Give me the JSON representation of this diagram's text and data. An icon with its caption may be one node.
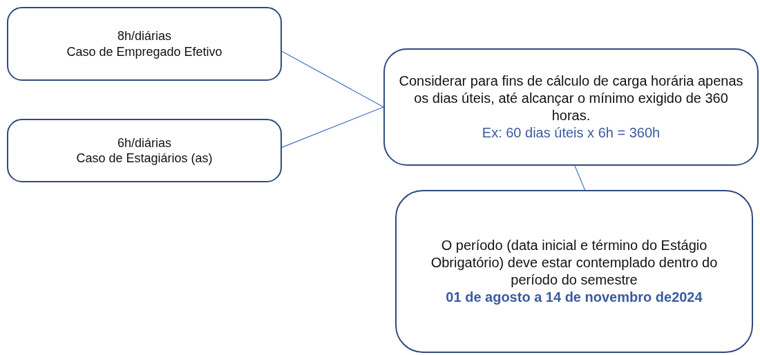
{
  "diagram": {
    "nodes": [
      {
        "text": [
          "8h/diárias",
          "Caso de Empregado Efetivo"
        ]
      },
      {
        "text": [
          "6h/diárias",
          "Caso de Estagiários (as)"
        ]
      },
      {
        "text": [
          "Considerar para fins de cálculo de carga horária apenas os dias úteis, até alcançar o mínimo exigido de 360 horas.",
          "Ex: 60 dias úteis x 6h = 360h"
        ]
      },
      {
        "text": [
          "O período (data inicial e término do Estágio Obrigatório) deve estar contemplado dentro do período do semestre",
          "01 de agosto a 14 de novembro de2024"
        ]
      }
    ],
    "edges": [
      {
        "from": 0,
        "to": 2,
        "arrow": "none"
      },
      {
        "from": 1,
        "to": 2,
        "arrow": "none"
      },
      {
        "from": 2,
        "to": 3,
        "arrow": "none"
      }
    ]
  }
}
